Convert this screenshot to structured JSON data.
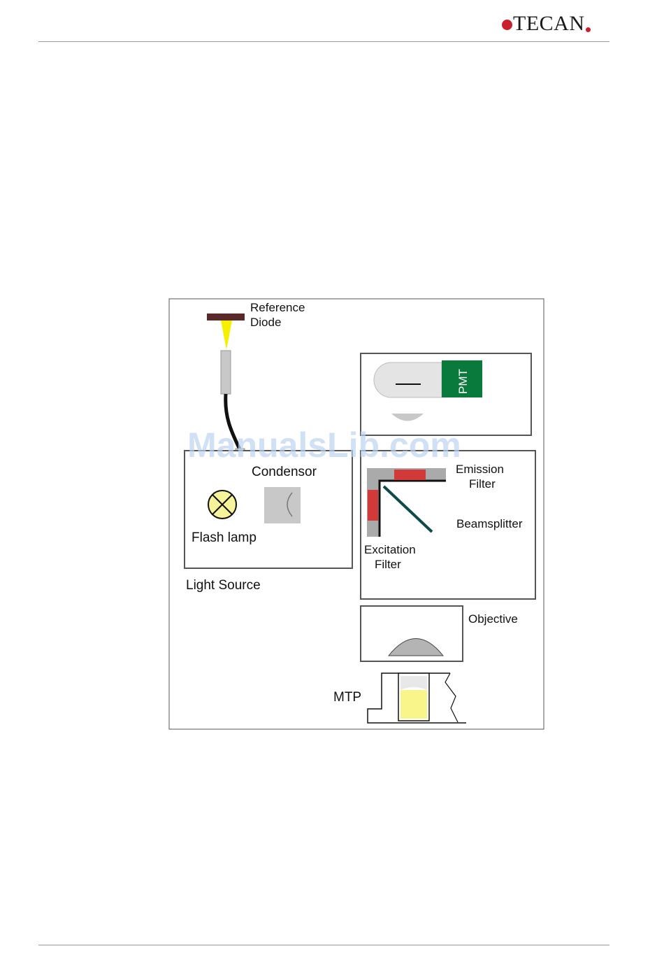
{
  "header": {
    "logo_text": "TECAN",
    "brand_color": "#cc1f2d"
  },
  "diagram": {
    "labels": {
      "reference_diode_line1": "Reference",
      "reference_diode_line2": "Diode",
      "pmt": "PMT",
      "condensor": "Condensor",
      "flash_lamp": "Flash lamp",
      "light_source": "Light Source",
      "emission_filter_line1": "Emission",
      "emission_filter_line2": "Filter",
      "beamsplitter": "Beamsplitter",
      "excitation_filter_line1": "Excitation",
      "excitation_filter_line2": "Filter",
      "objective": "Objective",
      "mtp": "MTP"
    },
    "colors": {
      "filter_red": "#d23a3a",
      "pmt_green": "#0a7a3c",
      "diode_brown": "#5a2a2a",
      "beam_yellow": "#f5f000",
      "lamp_yellow": "#f6f39a",
      "well_yellow": "#faf58a",
      "component_gray": "#c8c8c8",
      "beamsplitter_teal": "#0f4a4a"
    }
  },
  "watermark": "ManualsLib.com"
}
